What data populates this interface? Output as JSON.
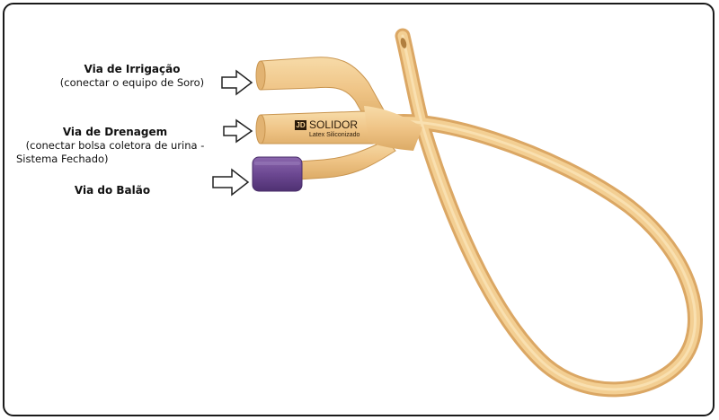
{
  "labels": {
    "irrigation": {
      "title": "Via de Irrigação",
      "subtitle": "(conectar o equipo de Soro)"
    },
    "drainage": {
      "title": "Via de Drenagem",
      "subtitle_line1": "(conectar bolsa coletora de urina -",
      "subtitle_line2": "Sistema Fechado)"
    },
    "balloon": {
      "title": "Via do Balão"
    }
  },
  "product": {
    "logo_mark": "JD",
    "brand": "SOLIDOR",
    "material": "Latex Siliconizado"
  },
  "colors": {
    "catheter": "#f1c98a",
    "catheter_shade": "#d9a862",
    "balloon_cap": "#6e4a94",
    "arrow_outline": "#222222"
  },
  "icons": [
    "arrow-right-outline-icon",
    "arrow-right-outline-icon",
    "arrow-right-outline-icon"
  ]
}
